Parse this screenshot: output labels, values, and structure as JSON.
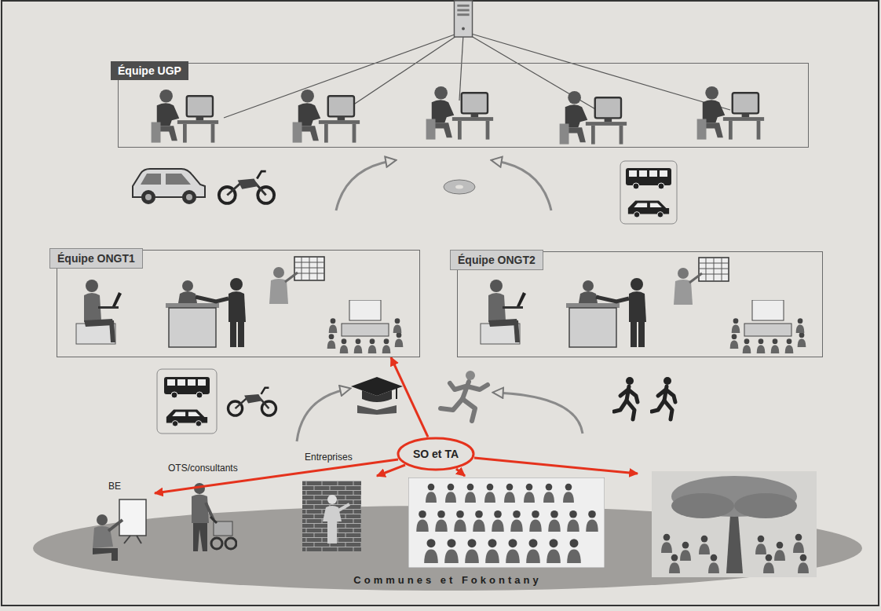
{
  "diagram": {
    "nodes": [
      {
        "text": [
          "Équipe UGP"
        ]
      },
      {
        "text": [
          "Équipe ONGT1"
        ]
      },
      {
        "text": [
          "Équipe ONGT2"
        ]
      },
      {
        "text": [
          "SO et TA"
        ]
      },
      {
        "text": [
          "Communes et Fokontany"
        ]
      }
    ],
    "edges": [
      {
        "from": 3,
        "to": 1,
        "arrow": "to"
      }
    ],
    "labels": [
      "BE",
      "OTS/consultants",
      "Entreprises"
    ]
  }
}
